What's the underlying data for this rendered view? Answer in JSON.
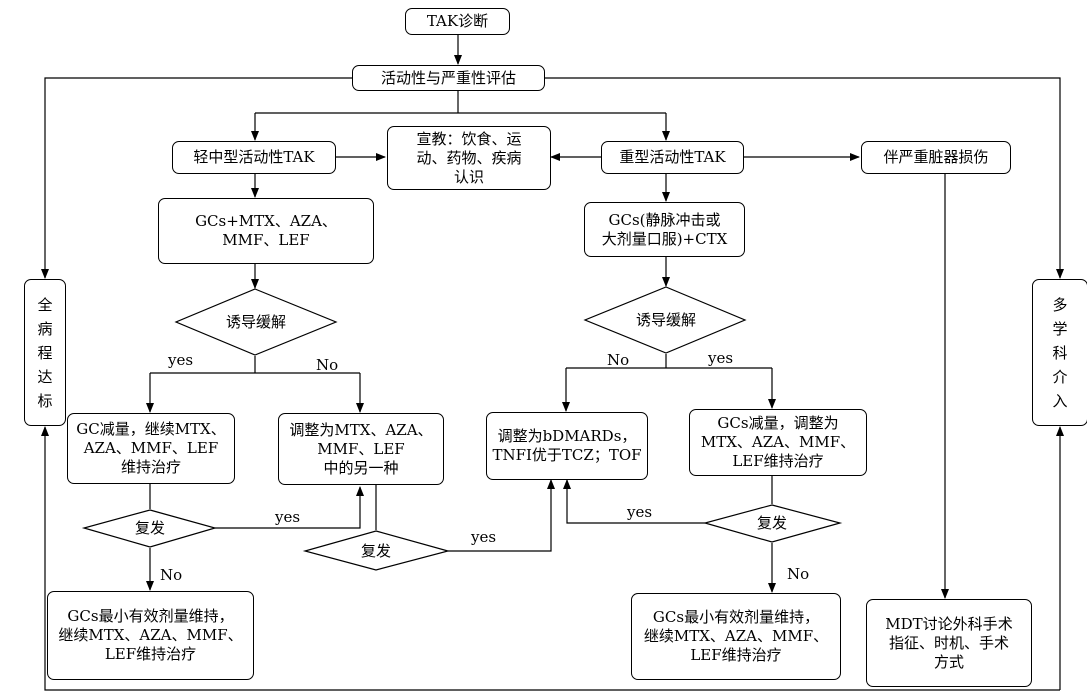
{
  "nodes": {
    "diagnosis": "TAK诊断",
    "assessment": "活动性与严重性评估",
    "mild": "轻中型活动性TAK",
    "education": "宣教：饮食、运\n动、药物、疾病\n认识",
    "severe": "重型活动性TAK",
    "organ_damage": "伴严重脏器损伤",
    "mild_treatment": "GCs+MTX、AZA、\nMMF、LEF",
    "severe_treatment": "GCs(静脉冲击或\n大剂量口服)+CTX",
    "left_bar": "全\n病\n程\n达\n标",
    "right_bar": "多\n学\n科\n介\n入",
    "mild_induction": "诱导缓解",
    "severe_induction": "诱导缓解",
    "gc_reduce_left": "GC减量，继续MTX、\nAZA、MMF、LEF\n维持治疗",
    "adjust_other": "调整为MTX、AZA、\nMMF、LEF\n中的另一种",
    "adjust_bdmards": "调整为bDMARDs，\nTNFI优于TCZ；TOF",
    "gc_reduce_right": "GCs减量，调整为\nMTX、AZA、MMF、\nLEF维持治疗",
    "relapse_left": "复发",
    "relapse_middle": "复发",
    "relapse_right": "复发",
    "min_dose_left": "GCs最小有效剂量维持，\n继续MTX、AZA、MMF、\nLEF维持治疗",
    "min_dose_right": "GCs最小有效剂量维持，\n继续MTX、AZA、MMF、\nLEF维持治疗",
    "mdt": "MDT讨论外科手术\n指征、时机、手术\n方式"
  },
  "edge_labels": {
    "mild_yes": "yes",
    "mild_no": "No",
    "severe_no": "No",
    "severe_yes": "yes",
    "relapse_left_yes": "yes",
    "relapse_left_no": "No",
    "relapse_middle_yes": "yes",
    "relapse_right_yes": "yes",
    "relapse_right_no": "No"
  }
}
